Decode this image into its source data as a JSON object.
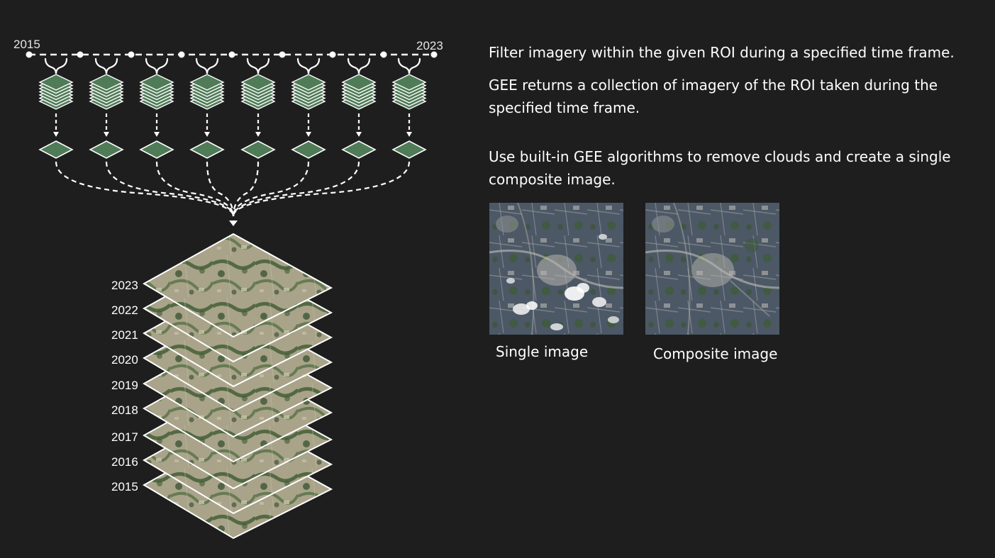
{
  "timeline": {
    "start_label": "2015",
    "end_label": "2023"
  },
  "stack_years": [
    "2023",
    "2022",
    "2021",
    "2020",
    "2019",
    "2018",
    "2017",
    "2016",
    "2015"
  ],
  "text": {
    "filter": "Filter imagery within the given ROI during a specified time frame.",
    "collection": "GEE returns a collection of imagery of the ROI taken during the specified time frame.",
    "composite": "Use built-in GEE algorithms to remove clouds and create a single composite image."
  },
  "thumbnails": {
    "single_caption": "Single image",
    "composite_caption": "Composite image"
  },
  "colors": {
    "background": "#1e1e1e",
    "layer_green": "#4f7b57",
    "line": "#ffffff",
    "map_land": "#a9a38a",
    "map_vegetation": "#3d5a32"
  },
  "icons": {
    "collection": "layer-stack-icon",
    "composite": "single-layer-icon",
    "merge": "arrow-down-icon"
  }
}
